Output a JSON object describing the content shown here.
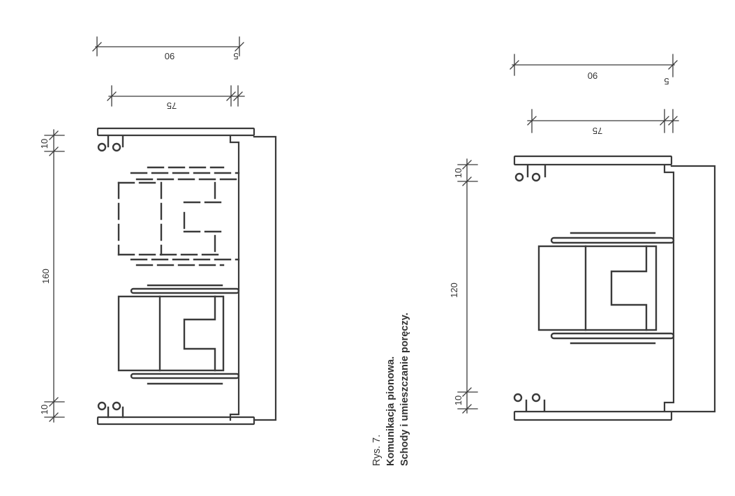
{
  "figure": {
    "caption": {
      "label": "Rys. 7.",
      "title": "Komunikacja pionowa.",
      "subtitle": "Schody i umieszczanie poręczy."
    },
    "left_drawing": {
      "dim_top_total": "90",
      "dim_top_offset": "5",
      "dim_inner": "75",
      "dim_side_top": "10",
      "dim_side_middle": "160",
      "dim_side_bottom": "10"
    },
    "right_drawing": {
      "dim_top_total": "90",
      "dim_top_offset": "5",
      "dim_inner": "75",
      "dim_side_top": "10",
      "dim_side_middle": "120",
      "dim_side_bottom": "10"
    },
    "colors": {
      "line": "#3a3a3a",
      "background": "#ffffff",
      "text": "#333333"
    }
  }
}
